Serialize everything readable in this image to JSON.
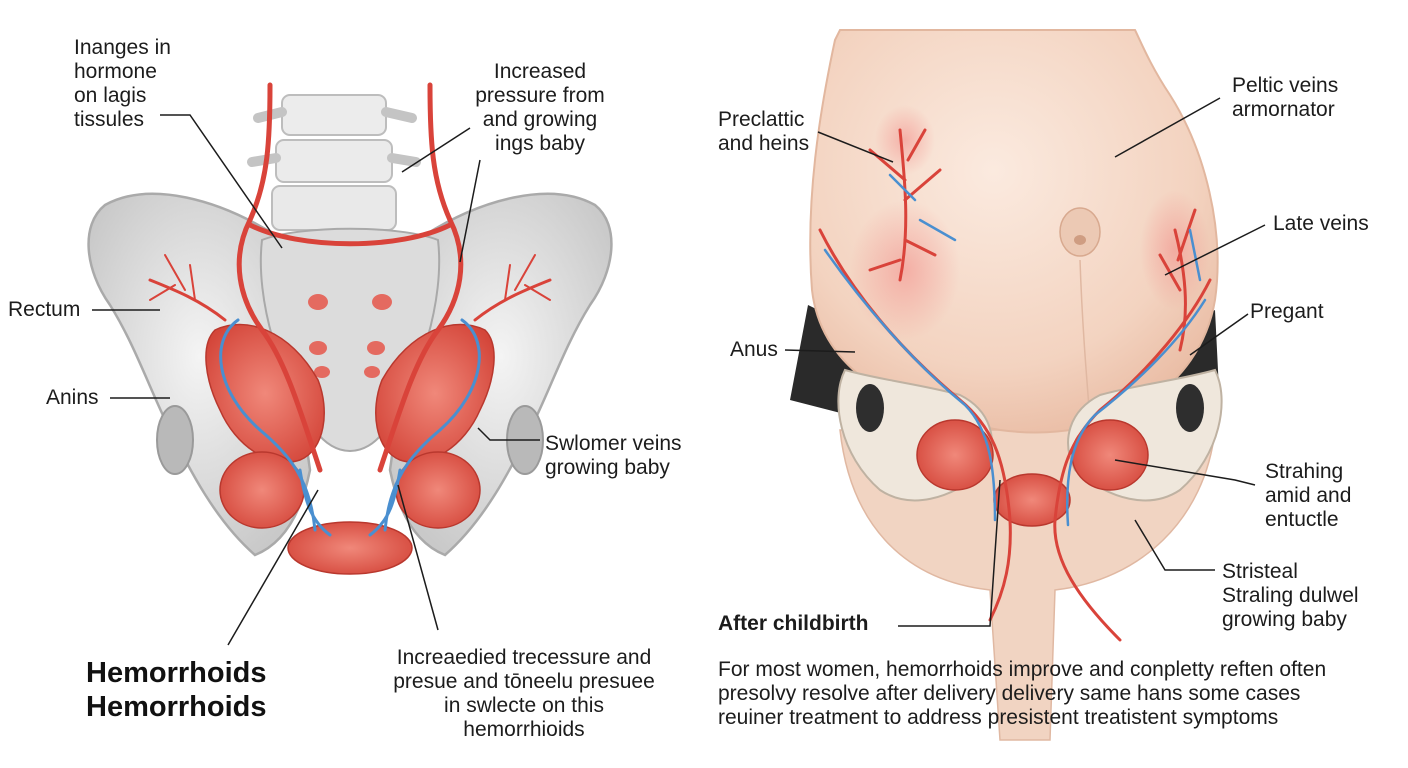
{
  "left_panel": {
    "labels": {
      "hormone_changes": "Inanges in\nhormone\non lagis\ntissules",
      "increased_pressure": "Increased\npressure from\nand   growing\nings baby",
      "rectum": "Rectum",
      "anins": "Anins",
      "swollen_veins": "Swlomer veins\ngrowing baby",
      "bottom_note": "Increaedied trecessure and\npresue and tōneelu presuee\nin swlecte on this\nhemorrhioids"
    },
    "title": "Hemorrhoids\nHemorrhoids"
  },
  "right_panel": {
    "labels": {
      "preclattic": "Preclattic\nand heins",
      "peltic_veins": "Peltic veins\narmornator",
      "late_veins": "Late veins",
      "pregant": "Pregant",
      "anus": "Anus",
      "straining": "Strahing\namid and\nentuctle",
      "stristeal": "Stristeal\nStraling dulwel\ngrowing baby",
      "after_childbirth": "After childbirth"
    },
    "paragraph": "For most women, hemorrhoids improve and conpletty reften often presolvy resolve after delivery delivery same hans some cases reuiner treatment to address presistent treatistent symptoms"
  },
  "colors": {
    "bone": "#e6e6e6",
    "artery": "#d9433a",
    "vein": "#4a8fd0",
    "tissue": "#e2584a",
    "skin": "#f6dccb"
  }
}
